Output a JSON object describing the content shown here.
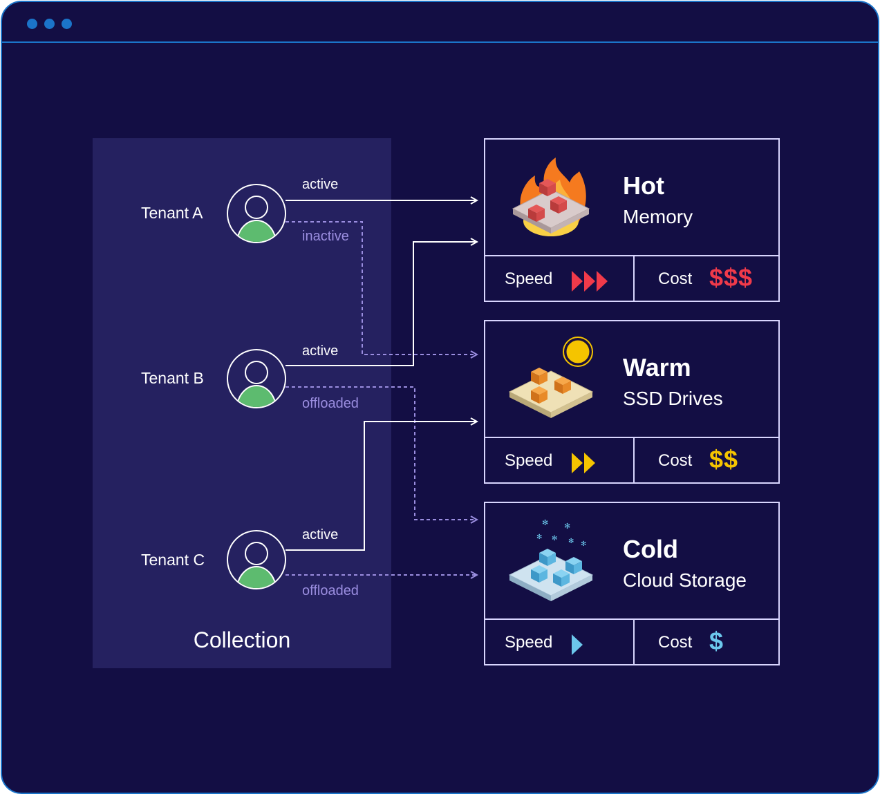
{
  "collection": {
    "label": "Collection"
  },
  "tenants": [
    {
      "name": "Tenant A",
      "label_primary": "active",
      "label_secondary": "inactive"
    },
    {
      "name": "Tenant B",
      "label_primary": "active",
      "label_secondary": "offloaded"
    },
    {
      "name": "Tenant C",
      "label_primary": "active",
      "label_secondary": "offloaded"
    }
  ],
  "tiers": [
    {
      "title": "Hot",
      "subtitle": "Memory",
      "speed_label": "Speed",
      "cost_label": "Cost",
      "cost_symbol": "$$$",
      "speed_level": 3,
      "accent": "#f03a4a",
      "icon": "fire-storage-icon"
    },
    {
      "title": "Warm",
      "subtitle": "SSD Drives",
      "speed_label": "Speed",
      "cost_label": "Cost",
      "cost_symbol": "$$",
      "speed_level": 2,
      "accent": "#f5c400",
      "icon": "sun-storage-icon"
    },
    {
      "title": "Cold",
      "subtitle": "Cloud Storage",
      "speed_label": "Speed",
      "cost_label": "Cost",
      "cost_symbol": "$",
      "speed_level": 1,
      "accent": "#6cc7ec",
      "icon": "snow-storage-icon"
    }
  ],
  "colors": {
    "background": "#130e44",
    "panel": "#252160",
    "frame": "#1b74c9",
    "avatar": "#5dbb6f",
    "dashed": "#9b8ee0"
  }
}
